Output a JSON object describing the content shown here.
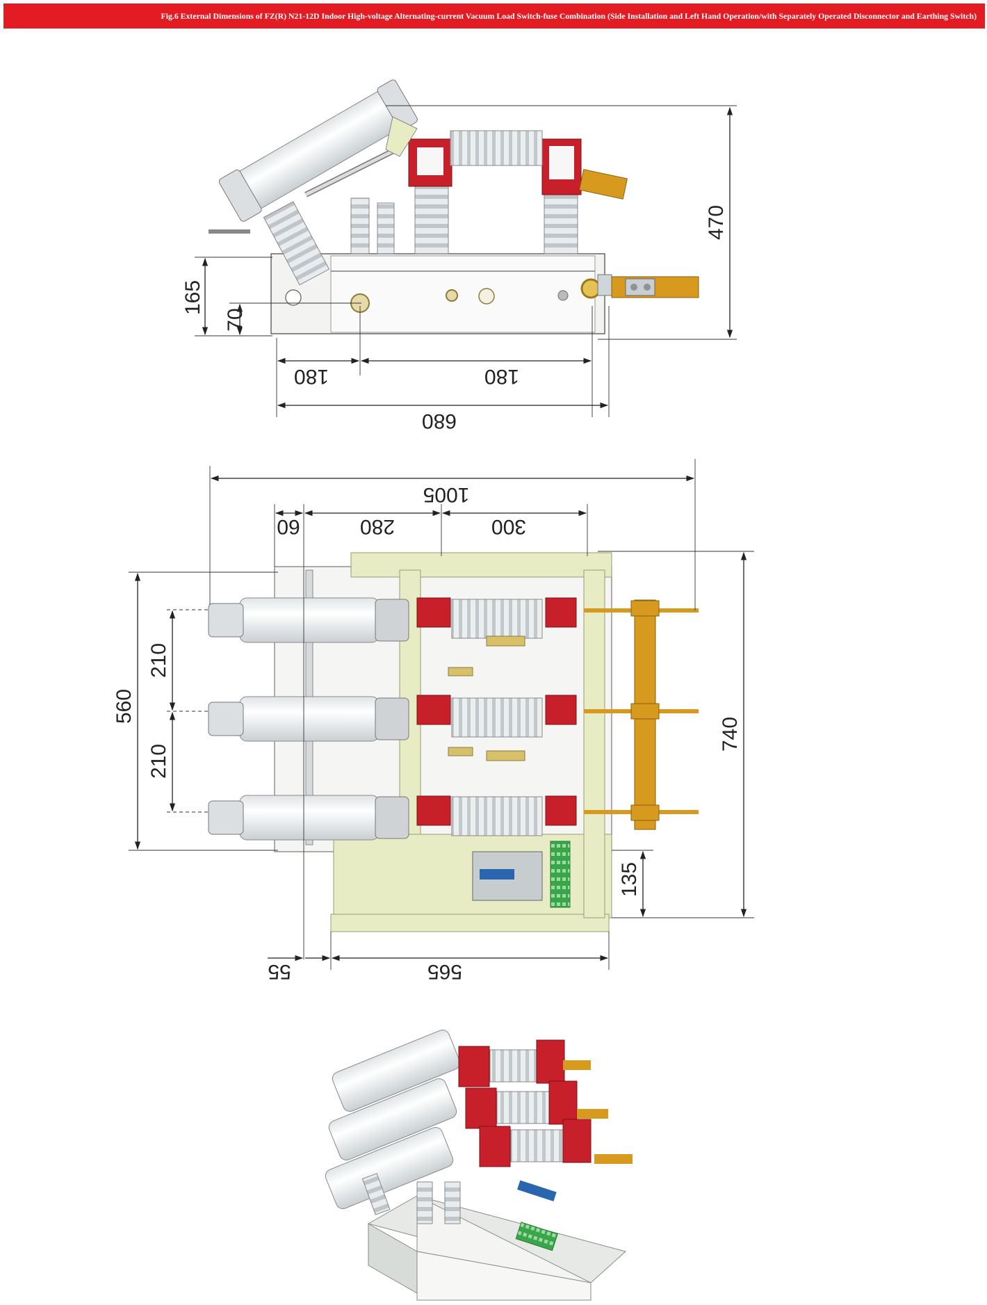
{
  "header": {
    "title": "Fig.6 External Dimensions of FZ(R) N21-12D Indoor High-voltage Alternating-current Vacuum Load Switch-fuse Combination (Side Installation and Left Hand Operation/with Separately Operated Disconnector and Earthing Switch)"
  },
  "colors": {
    "banner": "#e31b23",
    "insulator_red": "#c8202a",
    "frame": "#e8ecc4",
    "busbar": "#d79a1e",
    "fuse": "#f4f6f7",
    "terminal_green": "#3aa64a"
  },
  "side_view": {
    "height": "470",
    "panel_height": "165",
    "shaft_height": "70",
    "left_span": "180",
    "right_span": "180",
    "width": "680"
  },
  "top_view": {
    "overall": "1005",
    "s60": "60",
    "s280": "280",
    "s300": "300",
    "pitch_1": "210",
    "pitch_2": "210",
    "depth": "560",
    "total_depth": "740",
    "bottom_depth": "135",
    "offset": "55",
    "frame_width": "565"
  }
}
